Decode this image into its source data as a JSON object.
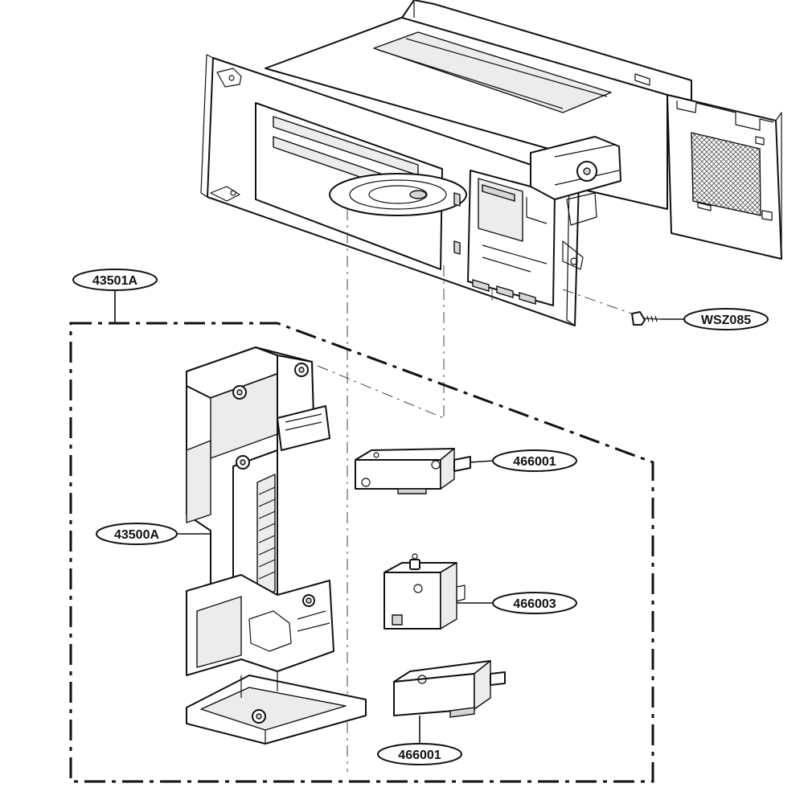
{
  "callouts": [
    {
      "id": "frame-assembly",
      "label": "43501A"
    },
    {
      "id": "screw",
      "label": "WSZ085"
    },
    {
      "id": "switch-top",
      "label": "466001"
    },
    {
      "id": "latch-body",
      "label": "43500A"
    },
    {
      "id": "switch-middle",
      "label": "466003"
    },
    {
      "id": "switch-bottom",
      "label": "466001"
    }
  ],
  "colors": {
    "line": "#111111",
    "background": "#ffffff",
    "shade": "#ececec"
  },
  "icons": [
    "microwave-cavity-icon",
    "latch-board-icon",
    "micro-switch-icon",
    "screw-icon"
  ]
}
